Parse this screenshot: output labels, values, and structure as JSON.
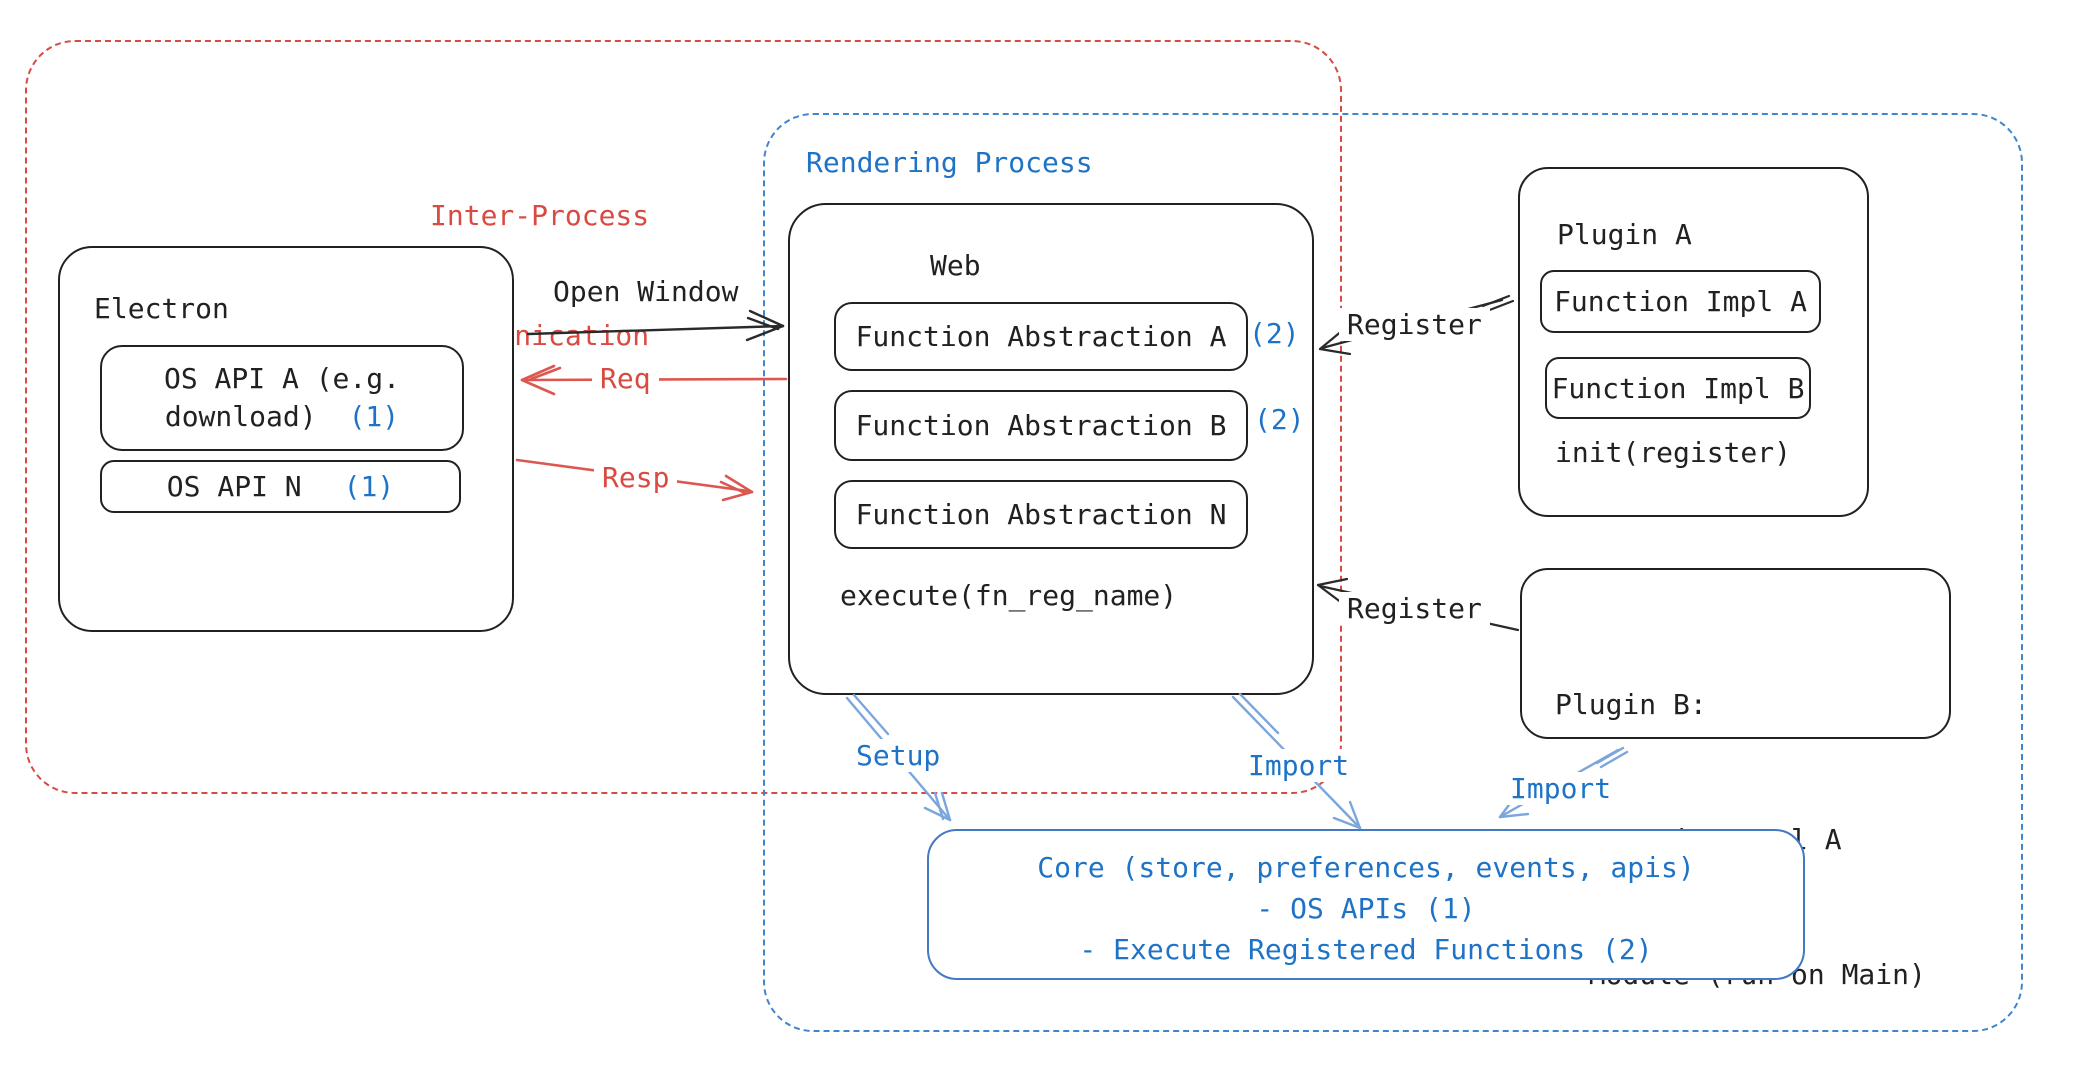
{
  "ipc": {
    "label_line1": "Inter-Process",
    "label_line2": "Communication"
  },
  "rendering": {
    "label": "Rendering Process"
  },
  "electron": {
    "title": "Electron",
    "api_a_line1": "OS API A (e.g.",
    "api_a_line2": "download)",
    "api_a_badge": "(1)",
    "api_n": "OS API N",
    "api_n_badge": "(1)"
  },
  "web": {
    "title": "Web",
    "fa_a": "Function Abstraction A",
    "fa_a_badge": "(2)",
    "fa_b": "Function Abstraction B",
    "fa_b_badge": "(2)",
    "fa_n": "Function Abstraction N",
    "execute": "execute(fn_reg_name)"
  },
  "plugin_a": {
    "title": "Plugin A",
    "impl_a": "Function Impl A",
    "impl_b": "Function Impl B",
    "init": "init(register)"
  },
  "plugin_b": {
    "line1": "Plugin B:",
    "line2": "- Function Impl A",
    "line3": "- Module (run on Main)"
  },
  "core": {
    "line1": "Core (store, preferences, events, apis)",
    "line2": "- OS APIs (1)",
    "line3": "- Execute Registered Functions (2)"
  },
  "arrows": {
    "open_window": "Open Window",
    "req": "Req",
    "resp": "Resp",
    "register_top": "Register",
    "register_bottom": "Register",
    "setup": "Setup",
    "import_center": "Import",
    "import_right": "Import"
  },
  "colors": {
    "red": "#d84a42",
    "blue": "#1e73c6",
    "arrow-blue": "#7aa6dd",
    "ink": "#212121",
    "dash-blue": "#4186cc",
    "core-border": "#4379c2"
  }
}
